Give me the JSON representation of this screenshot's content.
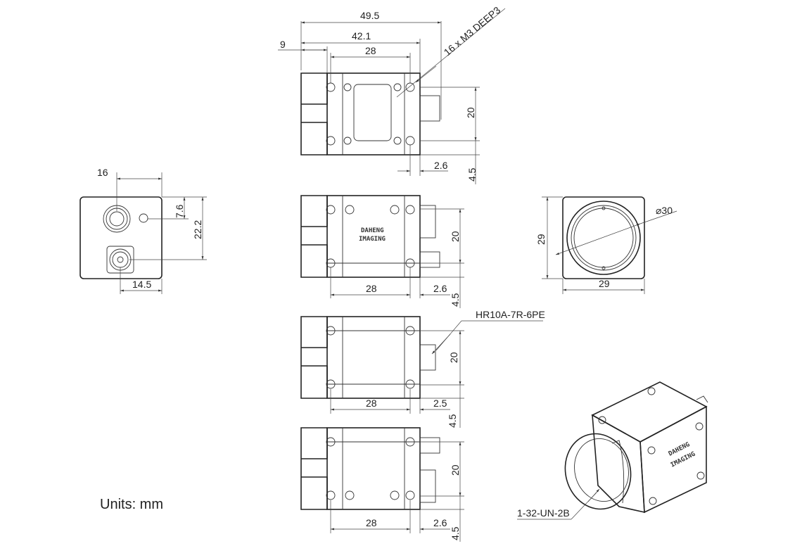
{
  "units_label": "Units: mm",
  "logo_text": [
    "DAHENG",
    "IMAGING"
  ],
  "top_view": {
    "overall_length": "49.5",
    "body_length": "42.1",
    "flange": "9",
    "hole_spacing": "28",
    "thread_note": "16 x M3 DEEP3",
    "hole_spacing_v": "20",
    "offset_right": "2.6",
    "offset_bottom": "4.5"
  },
  "back_view": {
    "connector_x": "16",
    "connector_y": "7.6",
    "connector2_y": "22.2",
    "connector2_x": "14.5"
  },
  "side_view_1": {
    "hole_spacing": "28",
    "offset_right": "2.6",
    "hole_spacing_v": "20",
    "offset_bottom": "4.5"
  },
  "front_view": {
    "height": "29",
    "width": "29",
    "diameter": "⌀30"
  },
  "side_view_2": {
    "connector_note": "HR10A-7R-6PE",
    "hole_spacing_v": "20",
    "hole_spacing": "28",
    "offset_right": "2.5",
    "offset_bottom": "4.5"
  },
  "side_view_3": {
    "hole_spacing_v": "20",
    "hole_spacing": "28",
    "offset_right": "2.6",
    "offset_bottom": "4.5"
  },
  "iso_view": {
    "mount_note": "1-32-UN-2B"
  }
}
